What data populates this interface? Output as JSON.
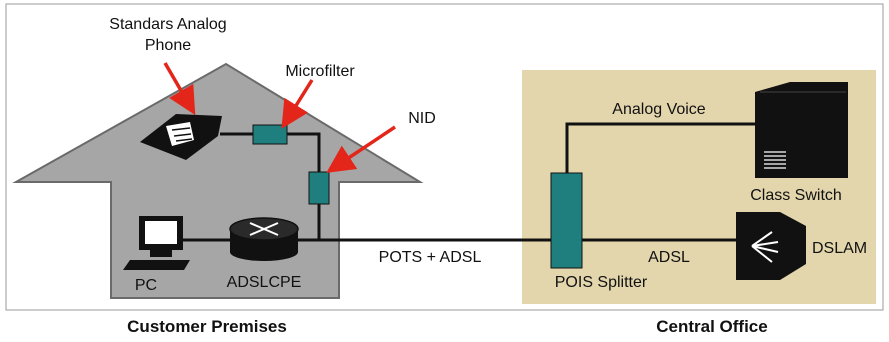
{
  "labels": {
    "phone_line1": "Standars Analog",
    "phone_line2": "Phone",
    "microfilter": "Microfilter",
    "nid": "NID",
    "pc": "PC",
    "adslcpe": "ADSLCPE",
    "pots_adsl": "POTS + ADSL",
    "analog_voice": "Analog Voice",
    "class_switch": "Class Switch",
    "adsl": "ADSL",
    "dslam": "DSLAM",
    "pois_splitter": "POIS Splitter"
  },
  "captions": {
    "customer_premises": "Customer Premises",
    "central_office": "Central Office"
  },
  "colors": {
    "house_fill": "#a6a6a6",
    "central_office_fill": "#e3d6ad",
    "device_teal": "#1f7f7f",
    "arrow_red": "#e32619",
    "equipment_black": "#111111"
  }
}
